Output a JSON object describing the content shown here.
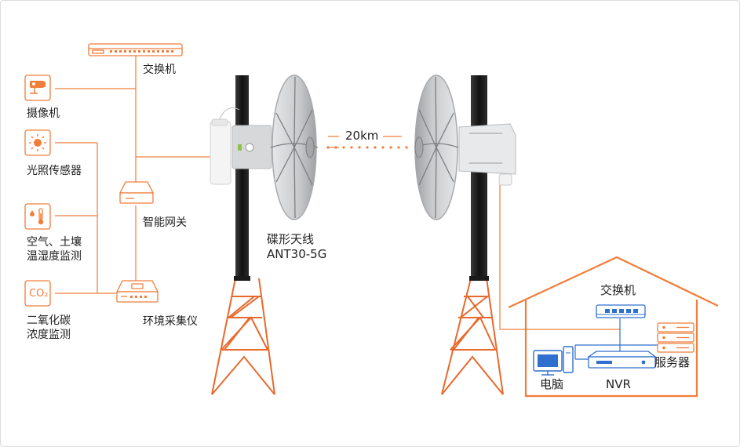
{
  "colors": {
    "accent": "#f07d3a",
    "tower": "#e8692c",
    "pole": "#1f1f1f",
    "dish": "#c8c9cb",
    "dish_dark": "#8f9194",
    "network_blue": "#2f6fcd",
    "text": "#222222",
    "house_line": "#f07d3a"
  },
  "labels": {
    "switch_top": "交换机",
    "camera": "摄像机",
    "light_sensor": "光照传感器",
    "air_soil": "空气、土壤\n温湿度监测",
    "co2": "二氧化碳\n浓度监测",
    "co2_glyph": "CO₂",
    "gateway": "智能网关",
    "env_collector": "环境采集仪",
    "antenna": "碟形天线\nANT30-5G",
    "distance": "20km",
    "switch_house": "交换机",
    "pc": "电脑",
    "nvr": "NVR",
    "server": "服务器"
  },
  "icons": [
    "switch-icon",
    "camera-icon",
    "light-sensor-icon",
    "thermometer-icon",
    "co2-icon",
    "gateway-icon",
    "collector-icon",
    "dish-antenna-icon",
    "pc-icon",
    "nvr-icon",
    "server-icon",
    "house-icon"
  ]
}
